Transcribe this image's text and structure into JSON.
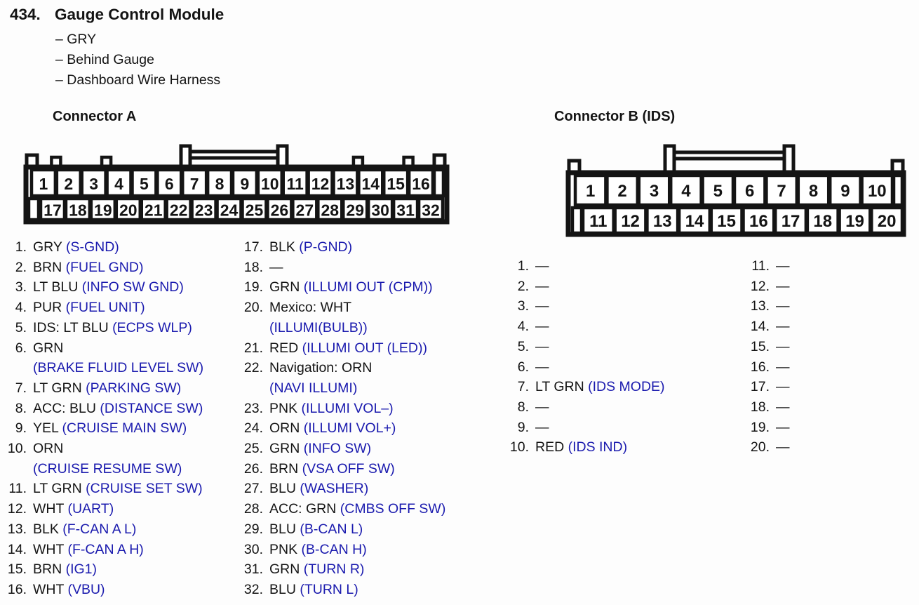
{
  "header": {
    "section_number": "434.",
    "title": "Gauge Control Module",
    "dash": "–",
    "details": [
      "GRY",
      "Behind Gauge",
      "Dashboard Wire Harness"
    ]
  },
  "colors": {
    "ink": "#141414",
    "function_blue": "#1a1aae"
  },
  "connector_a": {
    "heading": "Connector A",
    "diagram": {
      "top_row": [
        "1",
        "2",
        "3",
        "4",
        "5",
        "6",
        "7",
        "8",
        "9",
        "10",
        "11",
        "12",
        "13",
        "14",
        "15",
        "16"
      ],
      "bottom_row": [
        "17",
        "18",
        "19",
        "20",
        "21",
        "22",
        "23",
        "24",
        "25",
        "26",
        "27",
        "28",
        "29",
        "30",
        "31",
        "32"
      ]
    },
    "pins_col1": [
      {
        "n": "1.",
        "wire": "GRY",
        "fn": "(S-GND)"
      },
      {
        "n": "2.",
        "wire": "BRN",
        "fn": "(FUEL GND)"
      },
      {
        "n": "3.",
        "wire": "LT BLU",
        "fn": "(INFO SW GND)"
      },
      {
        "n": "4.",
        "wire": "PUR",
        "fn": "(FUEL UNIT)"
      },
      {
        "n": "5.",
        "wire": "IDS: LT BLU",
        "fn": "(ECPS WLP)"
      },
      {
        "n": "6.",
        "wire": "GRN",
        "fn": "(BRAKE FLUID LEVEL SW)",
        "wrap": true
      },
      {
        "n": "7.",
        "wire": "LT GRN",
        "fn": "(PARKING SW)"
      },
      {
        "n": "8.",
        "wire": "ACC: BLU",
        "fn": "(DISTANCE SW)"
      },
      {
        "n": "9.",
        "wire": "YEL",
        "fn": "(CRUISE MAIN SW)"
      },
      {
        "n": "10.",
        "wire": "ORN",
        "fn": "(CRUISE RESUME SW)",
        "wrap": true
      },
      {
        "n": "11.",
        "wire": "LT GRN",
        "fn": "(CRUISE SET SW)"
      },
      {
        "n": "12.",
        "wire": "WHT",
        "fn": "(UART)"
      },
      {
        "n": "13.",
        "wire": "BLK",
        "fn": "(F-CAN A L)"
      },
      {
        "n": "14.",
        "wire": "WHT",
        "fn": "(F-CAN A H)"
      },
      {
        "n": "15.",
        "wire": "BRN",
        "fn": "(IG1)"
      },
      {
        "n": "16.",
        "wire": "WHT",
        "fn": "(VBU)"
      }
    ],
    "pins_col2": [
      {
        "n": "17.",
        "wire": "BLK",
        "fn": "(P-GND)"
      },
      {
        "n": "18.",
        "wire": "—",
        "fn": ""
      },
      {
        "n": "19.",
        "wire": "GRN",
        "fn": "(ILLUMI OUT (CPM))"
      },
      {
        "n": "20.",
        "wire": "Mexico: WHT",
        "fn": "(ILLUMI(BULB))",
        "wrap": true
      },
      {
        "n": "21.",
        "wire": "RED",
        "fn": "(ILLUMI OUT (LED))"
      },
      {
        "n": "22.",
        "wire": "Navigation: ORN",
        "fn": "(NAVI ILLUMI)",
        "wrap": true
      },
      {
        "n": "23.",
        "wire": "PNK",
        "fn": "(ILLUMI VOL–)"
      },
      {
        "n": "24.",
        "wire": "ORN",
        "fn": "(ILLUMI VOL+)"
      },
      {
        "n": "25.",
        "wire": "GRN",
        "fn": "(INFO SW)"
      },
      {
        "n": "26.",
        "wire": "BRN",
        "fn": "(VSA OFF SW)"
      },
      {
        "n": "27.",
        "wire": "BLU",
        "fn": "(WASHER)"
      },
      {
        "n": "28.",
        "wire": "ACC: GRN",
        "fn": "(CMBS OFF SW)"
      },
      {
        "n": "29.",
        "wire": "BLU",
        "fn": "(B-CAN L)"
      },
      {
        "n": "30.",
        "wire": "PNK",
        "fn": "(B-CAN H)"
      },
      {
        "n": "31.",
        "wire": "GRN",
        "fn": "(TURN R)"
      },
      {
        "n": "32.",
        "wire": "BLU",
        "fn": "(TURN L)"
      }
    ]
  },
  "connector_b": {
    "heading": "Connector B (IDS)",
    "diagram": {
      "top_row": [
        "1",
        "2",
        "3",
        "4",
        "5",
        "6",
        "7",
        "8",
        "9",
        "10"
      ],
      "bottom_row": [
        "11",
        "12",
        "13",
        "14",
        "15",
        "16",
        "17",
        "18",
        "19",
        "20"
      ]
    },
    "pins_col1": [
      {
        "n": "1.",
        "wire": "—",
        "fn": ""
      },
      {
        "n": "2.",
        "wire": "—",
        "fn": ""
      },
      {
        "n": "3.",
        "wire": "—",
        "fn": ""
      },
      {
        "n": "4.",
        "wire": "—",
        "fn": ""
      },
      {
        "n": "5.",
        "wire": "—",
        "fn": ""
      },
      {
        "n": "6.",
        "wire": "—",
        "fn": ""
      },
      {
        "n": "7.",
        "wire": "LT GRN",
        "fn": "(IDS MODE)"
      },
      {
        "n": "8.",
        "wire": "—",
        "fn": ""
      },
      {
        "n": "9.",
        "wire": "—",
        "fn": ""
      },
      {
        "n": "10.",
        "wire": "RED",
        "fn": "(IDS IND)"
      }
    ],
    "pins_col2": [
      {
        "n": "11.",
        "wire": "—",
        "fn": ""
      },
      {
        "n": "12.",
        "wire": "—",
        "fn": ""
      },
      {
        "n": "13.",
        "wire": "—",
        "fn": ""
      },
      {
        "n": "14.",
        "wire": "—",
        "fn": ""
      },
      {
        "n": "15.",
        "wire": "—",
        "fn": ""
      },
      {
        "n": "16.",
        "wire": "—",
        "fn": ""
      },
      {
        "n": "17.",
        "wire": "—",
        "fn": ""
      },
      {
        "n": "18.",
        "wire": "—",
        "fn": ""
      },
      {
        "n": "19.",
        "wire": "—",
        "fn": ""
      },
      {
        "n": "20.",
        "wire": "—",
        "fn": ""
      }
    ]
  }
}
